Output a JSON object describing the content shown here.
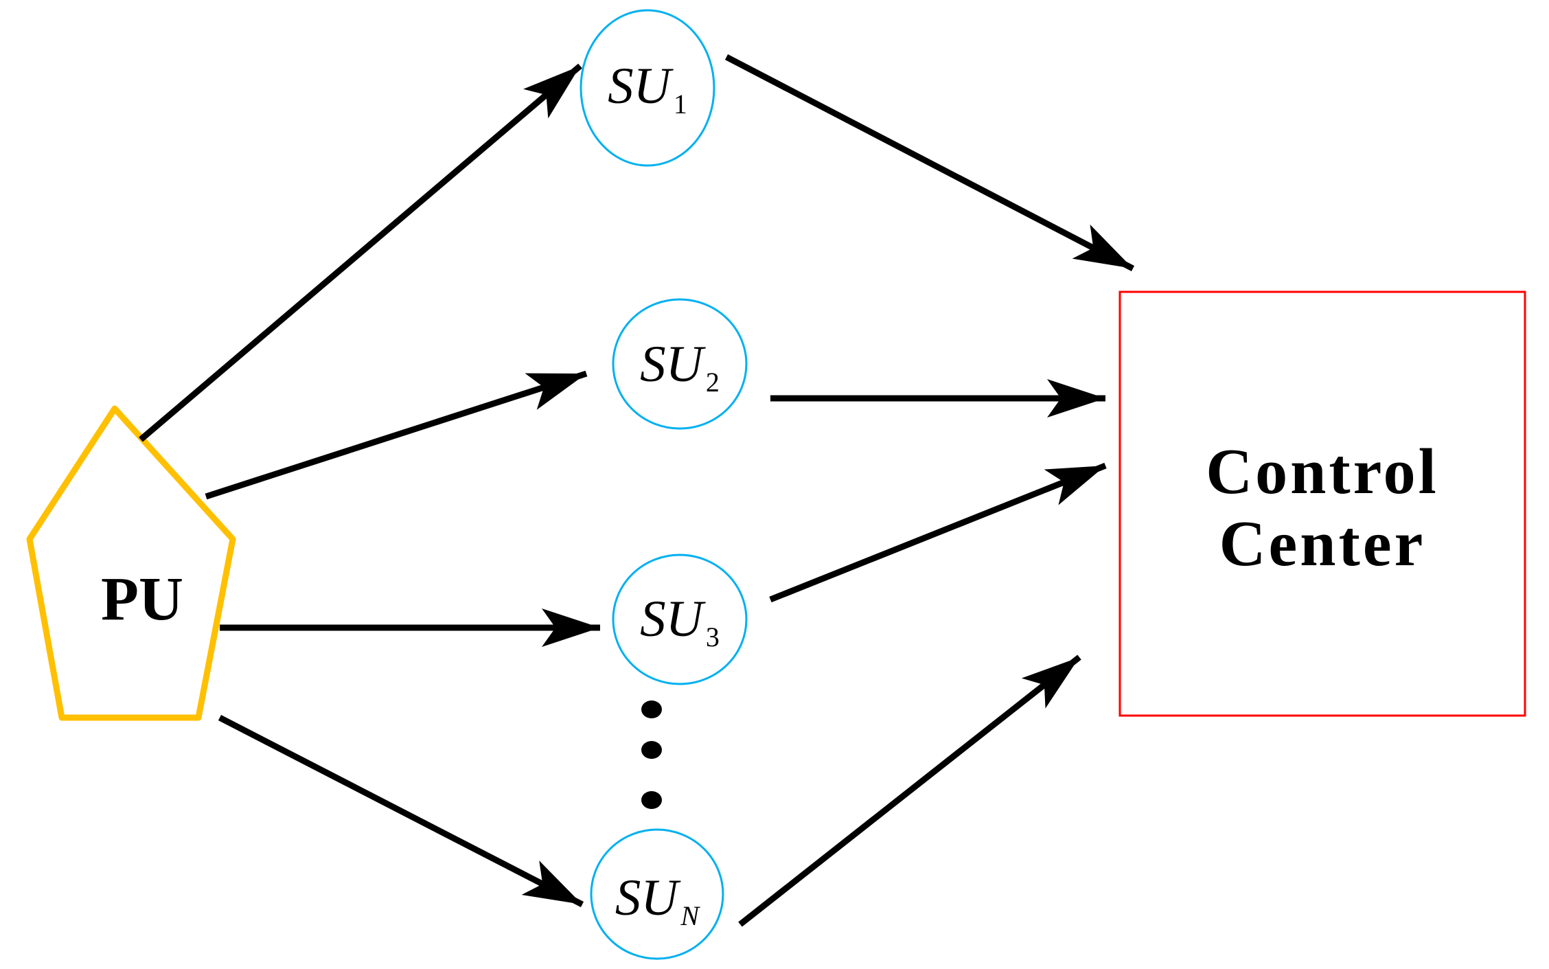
{
  "colors": {
    "primary_user": "#FFC000",
    "secondary_user": "#00B0F0",
    "control_center": "#FF0000",
    "arrow": "#000000"
  },
  "primary_user": {
    "label": "PU",
    "shape": "pentagon"
  },
  "secondary_users": [
    {
      "id": "su1",
      "main": "SU",
      "sub": "1"
    },
    {
      "id": "su2",
      "main": "SU",
      "sub": "2"
    },
    {
      "id": "su3",
      "main": "SU",
      "sub": "3"
    },
    {
      "id": "suN",
      "main": "SU",
      "sub": "N"
    }
  ],
  "control_center": {
    "line1": "Control",
    "line2": "Center"
  },
  "edges": [
    {
      "from": "PU",
      "to": "SU1"
    },
    {
      "from": "PU",
      "to": "SU2"
    },
    {
      "from": "PU",
      "to": "SU3"
    },
    {
      "from": "PU",
      "to": "SUN"
    },
    {
      "from": "SU1",
      "to": "Control Center"
    },
    {
      "from": "SU2",
      "to": "Control Center"
    },
    {
      "from": "SU3",
      "to": "Control Center"
    },
    {
      "from": "SUN",
      "to": "Control Center"
    }
  ],
  "ellipsis": {
    "symbol": "vertical-dots",
    "count": 3
  }
}
